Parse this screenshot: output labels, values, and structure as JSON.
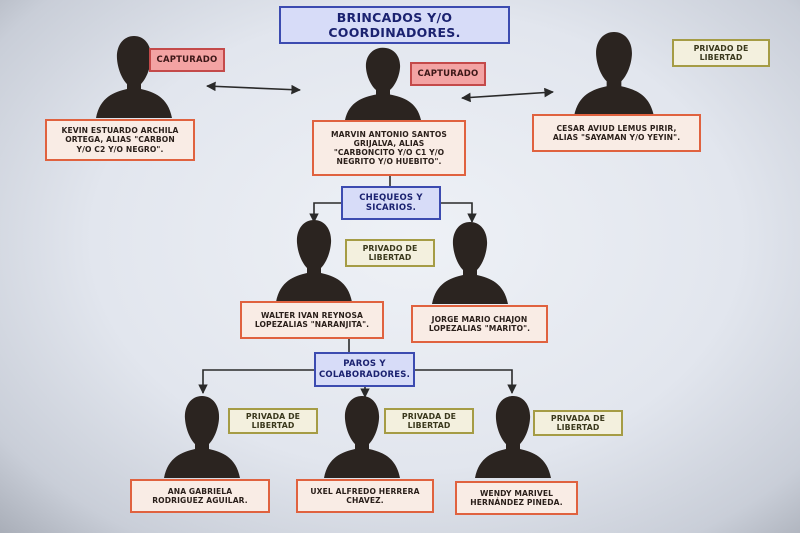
{
  "title": "BRINCADOS Y/O\nCOORDINADORES.",
  "groups": {
    "chequeos": "CHEQUEOS Y\nSICARIOS.",
    "paros": "PAROS Y\nCOLABORADORES."
  },
  "badges": {
    "capturado": "CAPTURADO",
    "privado": "PRIVADO DE\nLIBERTAD",
    "privada": "PRIVADA DE\nLIBERTAD"
  },
  "people": {
    "kevin": "KEVIN ESTUARDO ARCHILA\nORTEGA, ALIAS \"CARBON\nY/O C2 Y/O NEGRO\".",
    "marvin": "MARVIN ANTONIO SANTOS\nGRIJALVA, ALIAS\n\"CARBONCITO Y/O C1 Y/O\nNEGRITO Y/O HUEBITO\".",
    "cesar": "CESAR AVIUD LEMUS PIRIR,\nALIAS \"SAYAMAN Y/O YEYIN\".",
    "walter": "WALTER IVAN REYNOSA\nLOPEZALIAS \"NARANJITA\".",
    "jorge": "JORGE MARIO CHAJON\nLOPEZALIAS \"MARITO\".",
    "ana": "ANA GABRIELA\nRODRIGUEZ AGUILAR.",
    "uxel": "UXEL ALFREDO HERRERA\nCHAVEZ.",
    "wendy": "WENDY MARIVEL\nHERNÁNDEZ PINEDA."
  },
  "colors": {
    "group_fill": "#d7dcf8",
    "group_border": "#3c4bb0",
    "name_border": "#e0623f",
    "captured_fill": "#f3a3a3",
    "imprisoned_border": "#a59c45",
    "silhouette": "#2b2420"
  }
}
